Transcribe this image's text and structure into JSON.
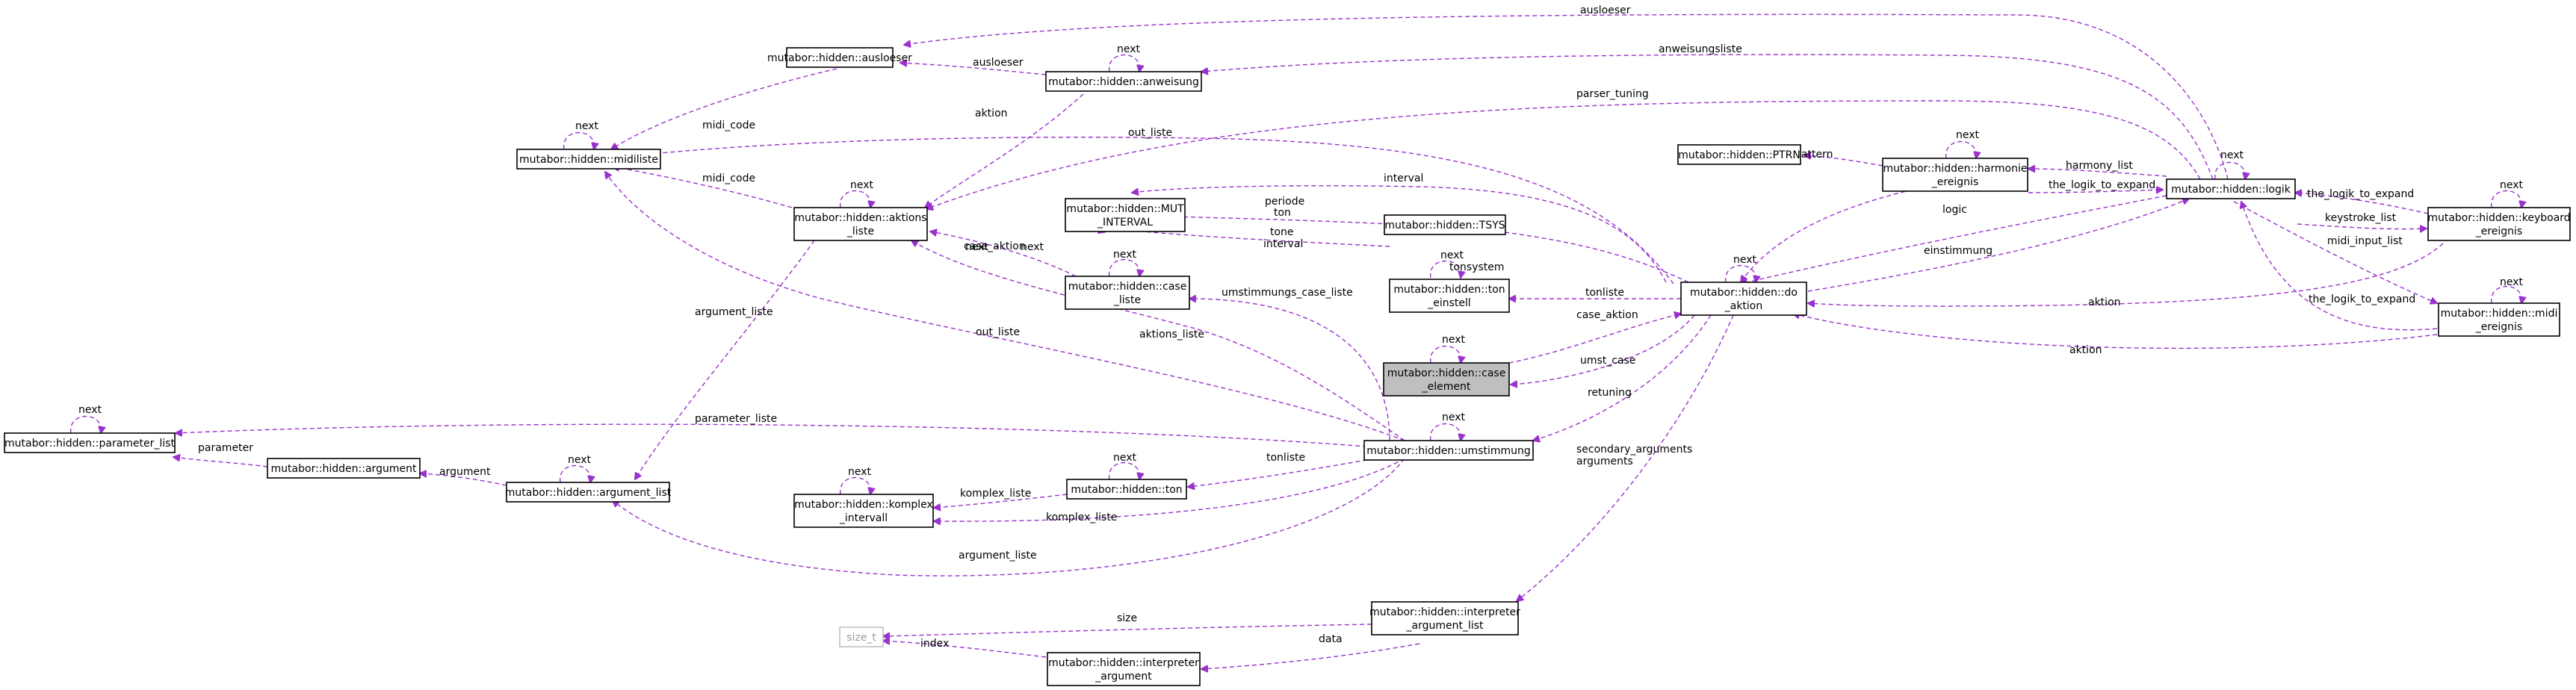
{
  "diagram": {
    "nodes": {
      "ausloeser": [
        "mutabor::hidden::ausloeser"
      ],
      "anweisung": [
        "mutabor::hidden::anweisung"
      ],
      "midiliste": [
        "mutabor::hidden::midiliste"
      ],
      "aktions_liste": [
        "mutabor::hidden::aktions",
        "_liste"
      ],
      "parameter_list": [
        "mutabor::hidden::parameter_list"
      ],
      "argument": [
        "mutabor::hidden::argument"
      ],
      "argument_list": [
        "mutabor::hidden::argument_list"
      ],
      "komplex_intervall": [
        "mutabor::hidden::komplex",
        "_intervall"
      ],
      "mut_interval": [
        "mutabor::hidden::MUT",
        "_INTERVAL"
      ],
      "case_liste": [
        "mutabor::hidden::case",
        "_liste"
      ],
      "ton": [
        "mutabor::hidden::ton"
      ],
      "tsys": [
        "mutabor::hidden::TSYS"
      ],
      "ton_einstell": [
        "mutabor::hidden::ton",
        "_einstell"
      ],
      "case_element": [
        "mutabor::hidden::case",
        "_element"
      ],
      "umstimmung": [
        "mutabor::hidden::umstimmung"
      ],
      "do_aktion": [
        "mutabor::hidden::do",
        "_aktion"
      ],
      "ptrn": [
        "mutabor::hidden::PTRN"
      ],
      "harmonie_ereignis": [
        "mutabor::hidden::harmonie",
        "_ereignis"
      ],
      "logik": [
        "mutabor::hidden::logik"
      ],
      "keyboard_ereignis": [
        "mutabor::hidden::keyboard",
        "_ereignis"
      ],
      "midi_ereignis": [
        "mutabor::hidden::midi",
        "_ereignis"
      ],
      "interpreter_argument_list": [
        "mutabor::hidden::interpreter",
        "_argument_list"
      ],
      "size_t": [
        "size_t"
      ],
      "interpreter_argument": [
        "mutabor::hidden::interpreter",
        "_argument"
      ]
    },
    "edge_labels": {
      "ausloeser_logik": "ausloeser",
      "anweisungsliste": "anweisungsliste",
      "midi_code_1": "midi_code",
      "ausloeser_anw": "ausloeser",
      "next": "next",
      "parser_tuning": "parser_tuning",
      "out_liste_1": "out_liste",
      "aktion": "aktion",
      "midi_code_2": "midi_code",
      "interval": "interval",
      "periode": "periode",
      "ton": "ton",
      "pattern": "pattern",
      "harmony_list": "harmony_list",
      "the_logik_to_expand": "the_logik_to_expand",
      "logic": "logic",
      "keystroke_list": "keystroke_list",
      "tone": "tone",
      "tonsystem": "tonsystem",
      "case_aktion_1": "case_aktion",
      "einstimmung": "einstimmung",
      "midi_input_list": "midi_input_list",
      "argument_liste_1": "argument_liste",
      "tonliste_1": "tonliste",
      "umstimmungs_case_liste": "umstimmungs_case_liste",
      "out_liste_2": "out_liste",
      "aktions_liste": "aktions_liste",
      "case_aktion_2": "case_aktion",
      "umst_case": "umst_case",
      "retuning": "retuning",
      "parameter_liste": "parameter_liste",
      "parameter": "parameter",
      "argument": "argument",
      "tonliste_2": "tonliste",
      "komplex_liste": "komplex_liste",
      "secondary_arguments": "secondary_arguments",
      "arguments": "arguments",
      "argument_liste_2": "argument_liste",
      "size": "size",
      "index": "index",
      "data": "data"
    },
    "colors": {
      "edge": "#9a32cd",
      "focus_fill": "#bfbfbf",
      "external_stroke": "#bfbfbf"
    }
  }
}
